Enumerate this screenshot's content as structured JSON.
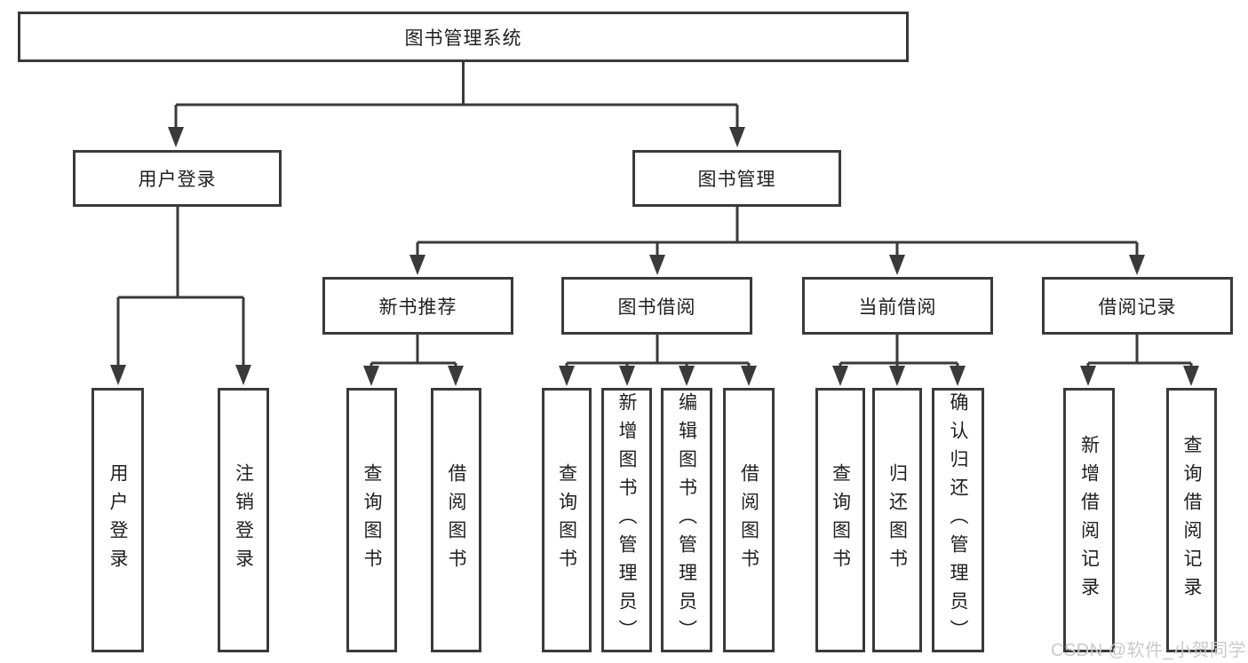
{
  "tree": {
    "root": {
      "label": "图书管理系统"
    },
    "children": [
      {
        "label": "用户登录",
        "children": [
          {
            "label": "用户登录"
          },
          {
            "label": "注销登录"
          }
        ]
      },
      {
        "label": "图书管理",
        "children": [
          {
            "label": "新书推荐",
            "children": [
              {
                "label": "查询图书"
              },
              {
                "label": "借阅图书"
              }
            ]
          },
          {
            "label": "图书借阅",
            "children": [
              {
                "label": "查询图书"
              },
              {
                "label": "新增图书（管理员）"
              },
              {
                "label": "编辑图书（管理员）"
              },
              {
                "label": "借阅图书"
              }
            ]
          },
          {
            "label": "当前借阅",
            "children": [
              {
                "label": "查询图书"
              },
              {
                "label": "归还图书"
              },
              {
                "label": "确认归还（管理员）"
              }
            ]
          },
          {
            "label": "借阅记录",
            "children": [
              {
                "label": "新增借阅记录"
              },
              {
                "label": "查询借阅记录"
              }
            ]
          }
        ]
      }
    ]
  },
  "watermark": {
    "text": "CSDN @软件_小贺同学"
  },
  "colors": {
    "line": "#3a3a3a",
    "text": "#1f1f1f",
    "watermark": "#c9cad1",
    "background": "#ffffff"
  }
}
